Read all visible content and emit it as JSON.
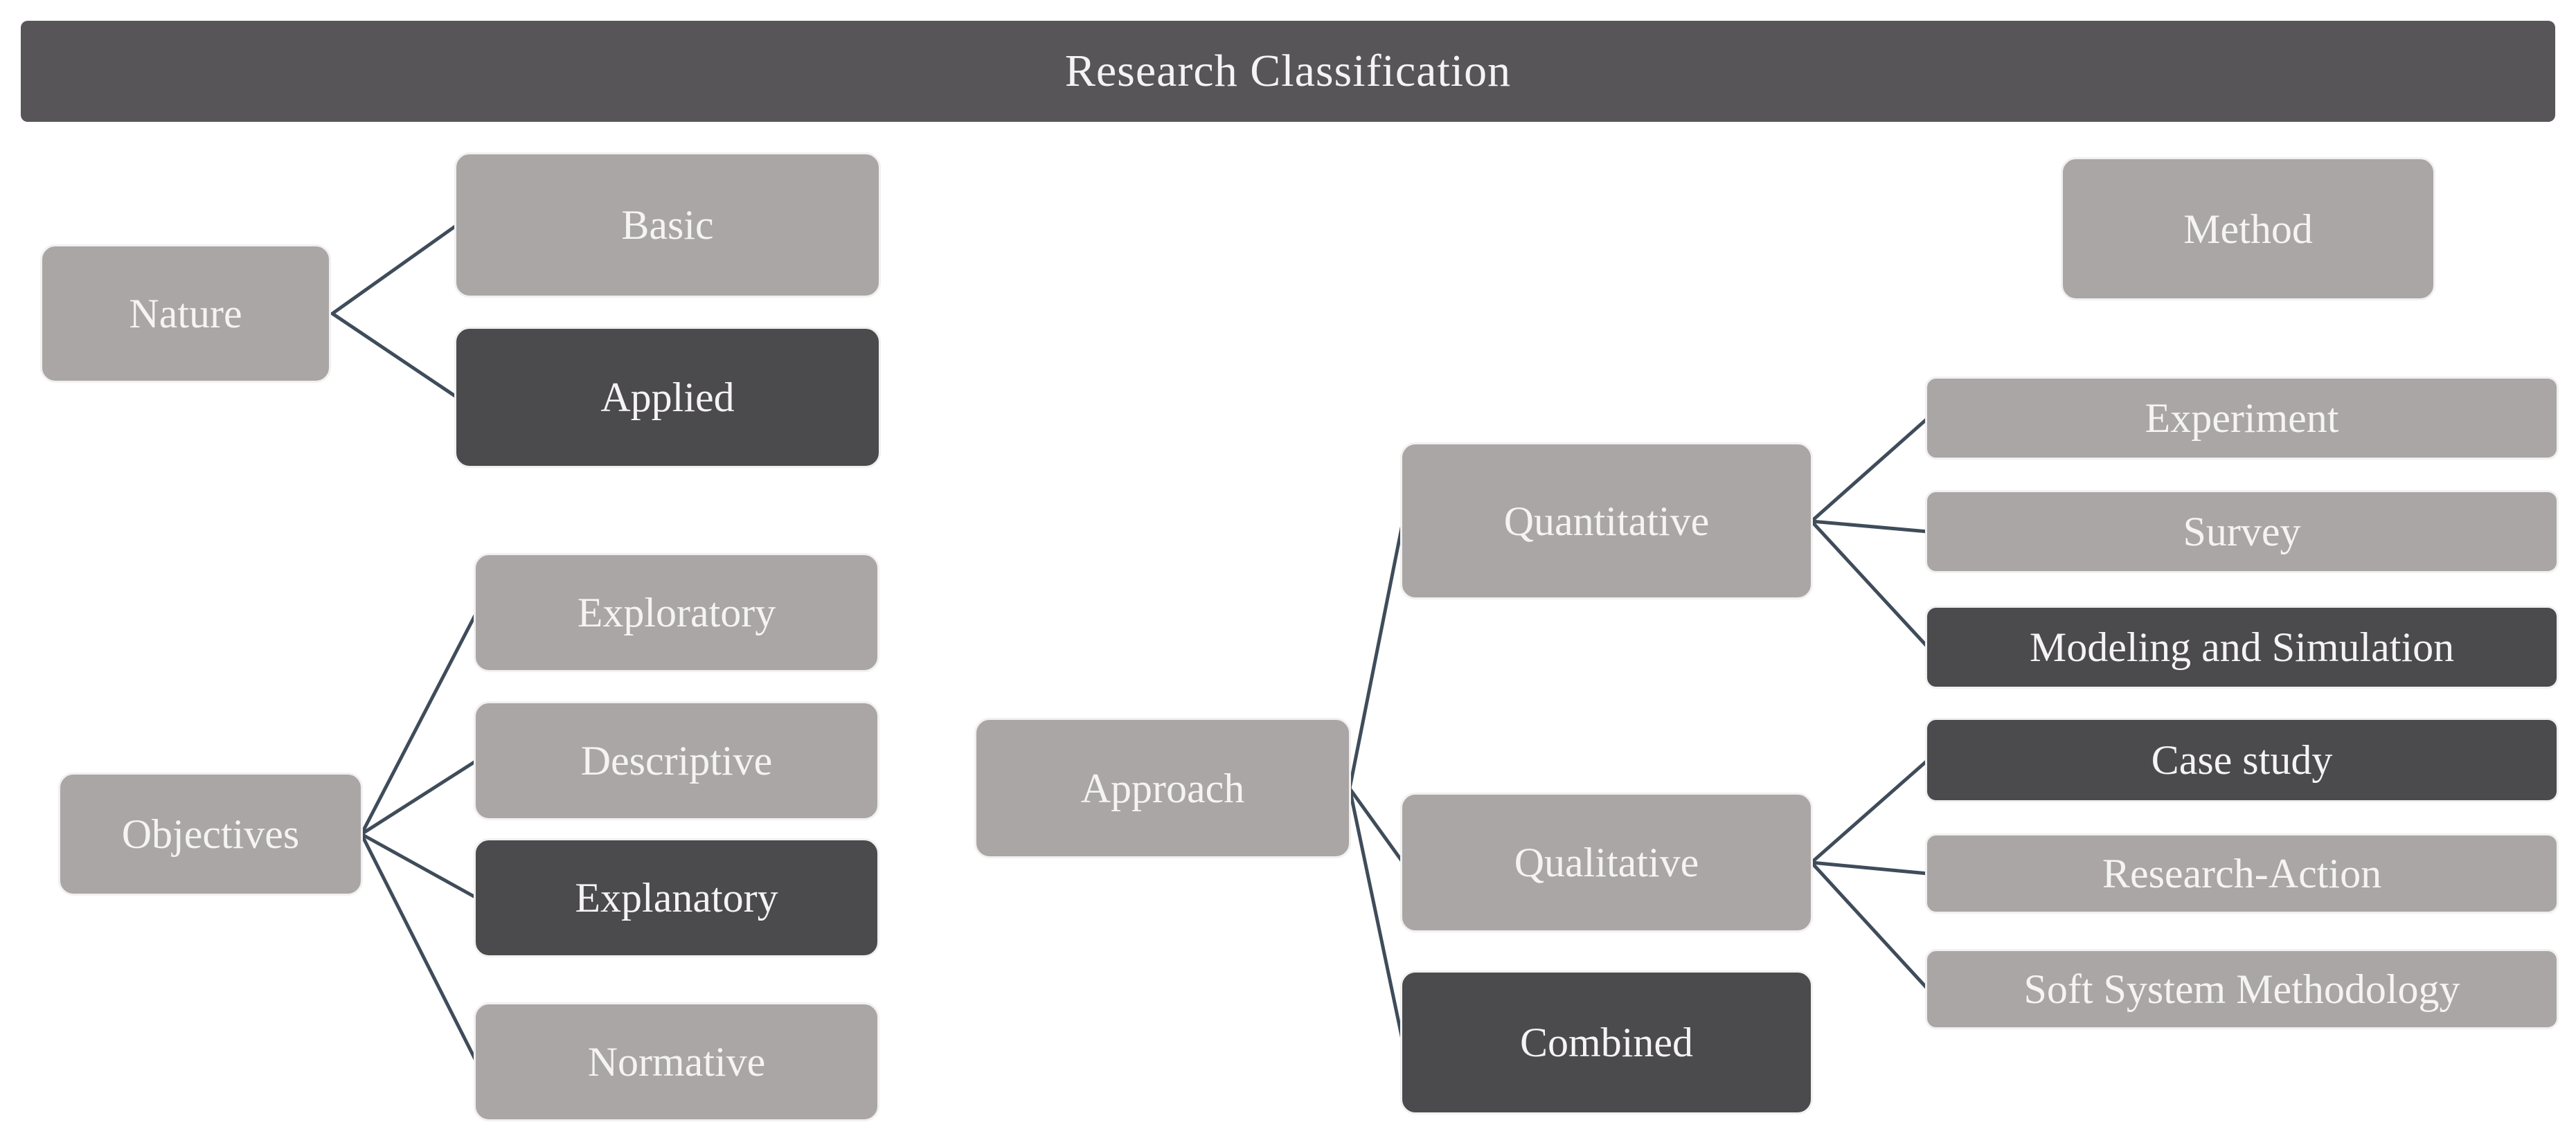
{
  "title": "Research Classification",
  "colors": {
    "background": "#ffffff",
    "title_bar": "#575557",
    "node_light": "#aaa6a6",
    "node_dark": "#4b4a4c",
    "text_light": "#f5f3f3",
    "connector": "#3f4c5a"
  },
  "nodes": {
    "nature": {
      "label": "Nature",
      "emphasis": false
    },
    "basic": {
      "label": "Basic",
      "emphasis": false
    },
    "applied": {
      "label": "Applied",
      "emphasis": true
    },
    "objectives": {
      "label": "Objectives",
      "emphasis": false
    },
    "exploratory": {
      "label": "Exploratory",
      "emphasis": false
    },
    "descriptive": {
      "label": "Descriptive",
      "emphasis": false
    },
    "explanatory": {
      "label": "Explanatory",
      "emphasis": true
    },
    "normative": {
      "label": "Normative",
      "emphasis": false
    },
    "approach": {
      "label": "Approach",
      "emphasis": false
    },
    "quantitative": {
      "label": "Quantitative",
      "emphasis": false
    },
    "qualitative": {
      "label": "Qualitative",
      "emphasis": false
    },
    "combined": {
      "label": "Combined",
      "emphasis": true
    },
    "method": {
      "label": "Method",
      "emphasis": false
    },
    "experiment": {
      "label": "Experiment",
      "emphasis": false
    },
    "survey": {
      "label": "Survey",
      "emphasis": false
    },
    "modeling": {
      "label": "Modeling and Simulation",
      "emphasis": true
    },
    "case_study": {
      "label": "Case study",
      "emphasis": true
    },
    "research_action": {
      "label": "Research-Action",
      "emphasis": false
    },
    "ssm": {
      "label": "Soft System Methodology",
      "emphasis": false
    }
  },
  "hierarchy": [
    {
      "parent": "Nature",
      "children": [
        "Basic",
        "Applied"
      ]
    },
    {
      "parent": "Objectives",
      "children": [
        "Exploratory",
        "Descriptive",
        "Explanatory",
        "Normative"
      ]
    },
    {
      "parent": "Approach",
      "children": [
        "Quantitative",
        "Qualitative",
        "Combined"
      ]
    },
    {
      "parent": "Quantitative",
      "children": [
        "Experiment",
        "Survey",
        "Modeling and Simulation"
      ]
    },
    {
      "parent": "Qualitative",
      "children": [
        "Case study",
        "Research-Action",
        "Soft System Methodology"
      ]
    },
    {
      "parent": "Method",
      "children": []
    }
  ]
}
